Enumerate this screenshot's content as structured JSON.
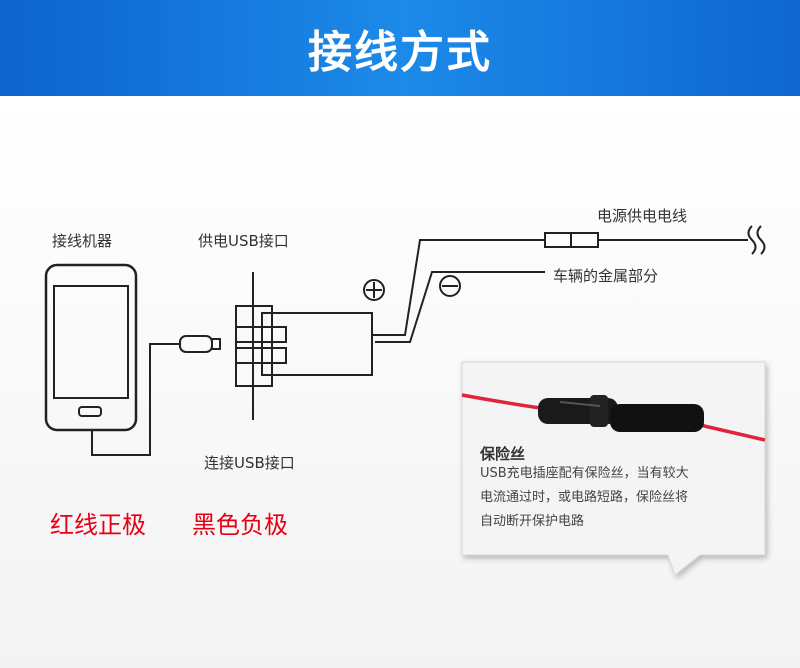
{
  "header": {
    "title": "接线方式",
    "color": "#1478dc"
  },
  "labels": {
    "device": "接线机器",
    "power_usb": "供电USB接口",
    "connect_usb": "连接USB接口",
    "power_line": "电源供电电线",
    "vehicle_metal": "车辆的金属部分"
  },
  "legend": {
    "red": "红线正极",
    "black": "黑色负极",
    "color": "#e60012"
  },
  "fuse_callout": {
    "title": "保险丝",
    "lines": [
      "USB充电插座配有保险丝，当有较大",
      "电流通过时，或电路短路，保险丝将",
      "自动断开保护电路"
    ]
  },
  "icons": [
    "phone-icon",
    "micro-usb-plug-icon",
    "plus-terminal-icon",
    "minus-terminal-icon",
    "fuse-holder-icon",
    "wire-break-icon"
  ]
}
